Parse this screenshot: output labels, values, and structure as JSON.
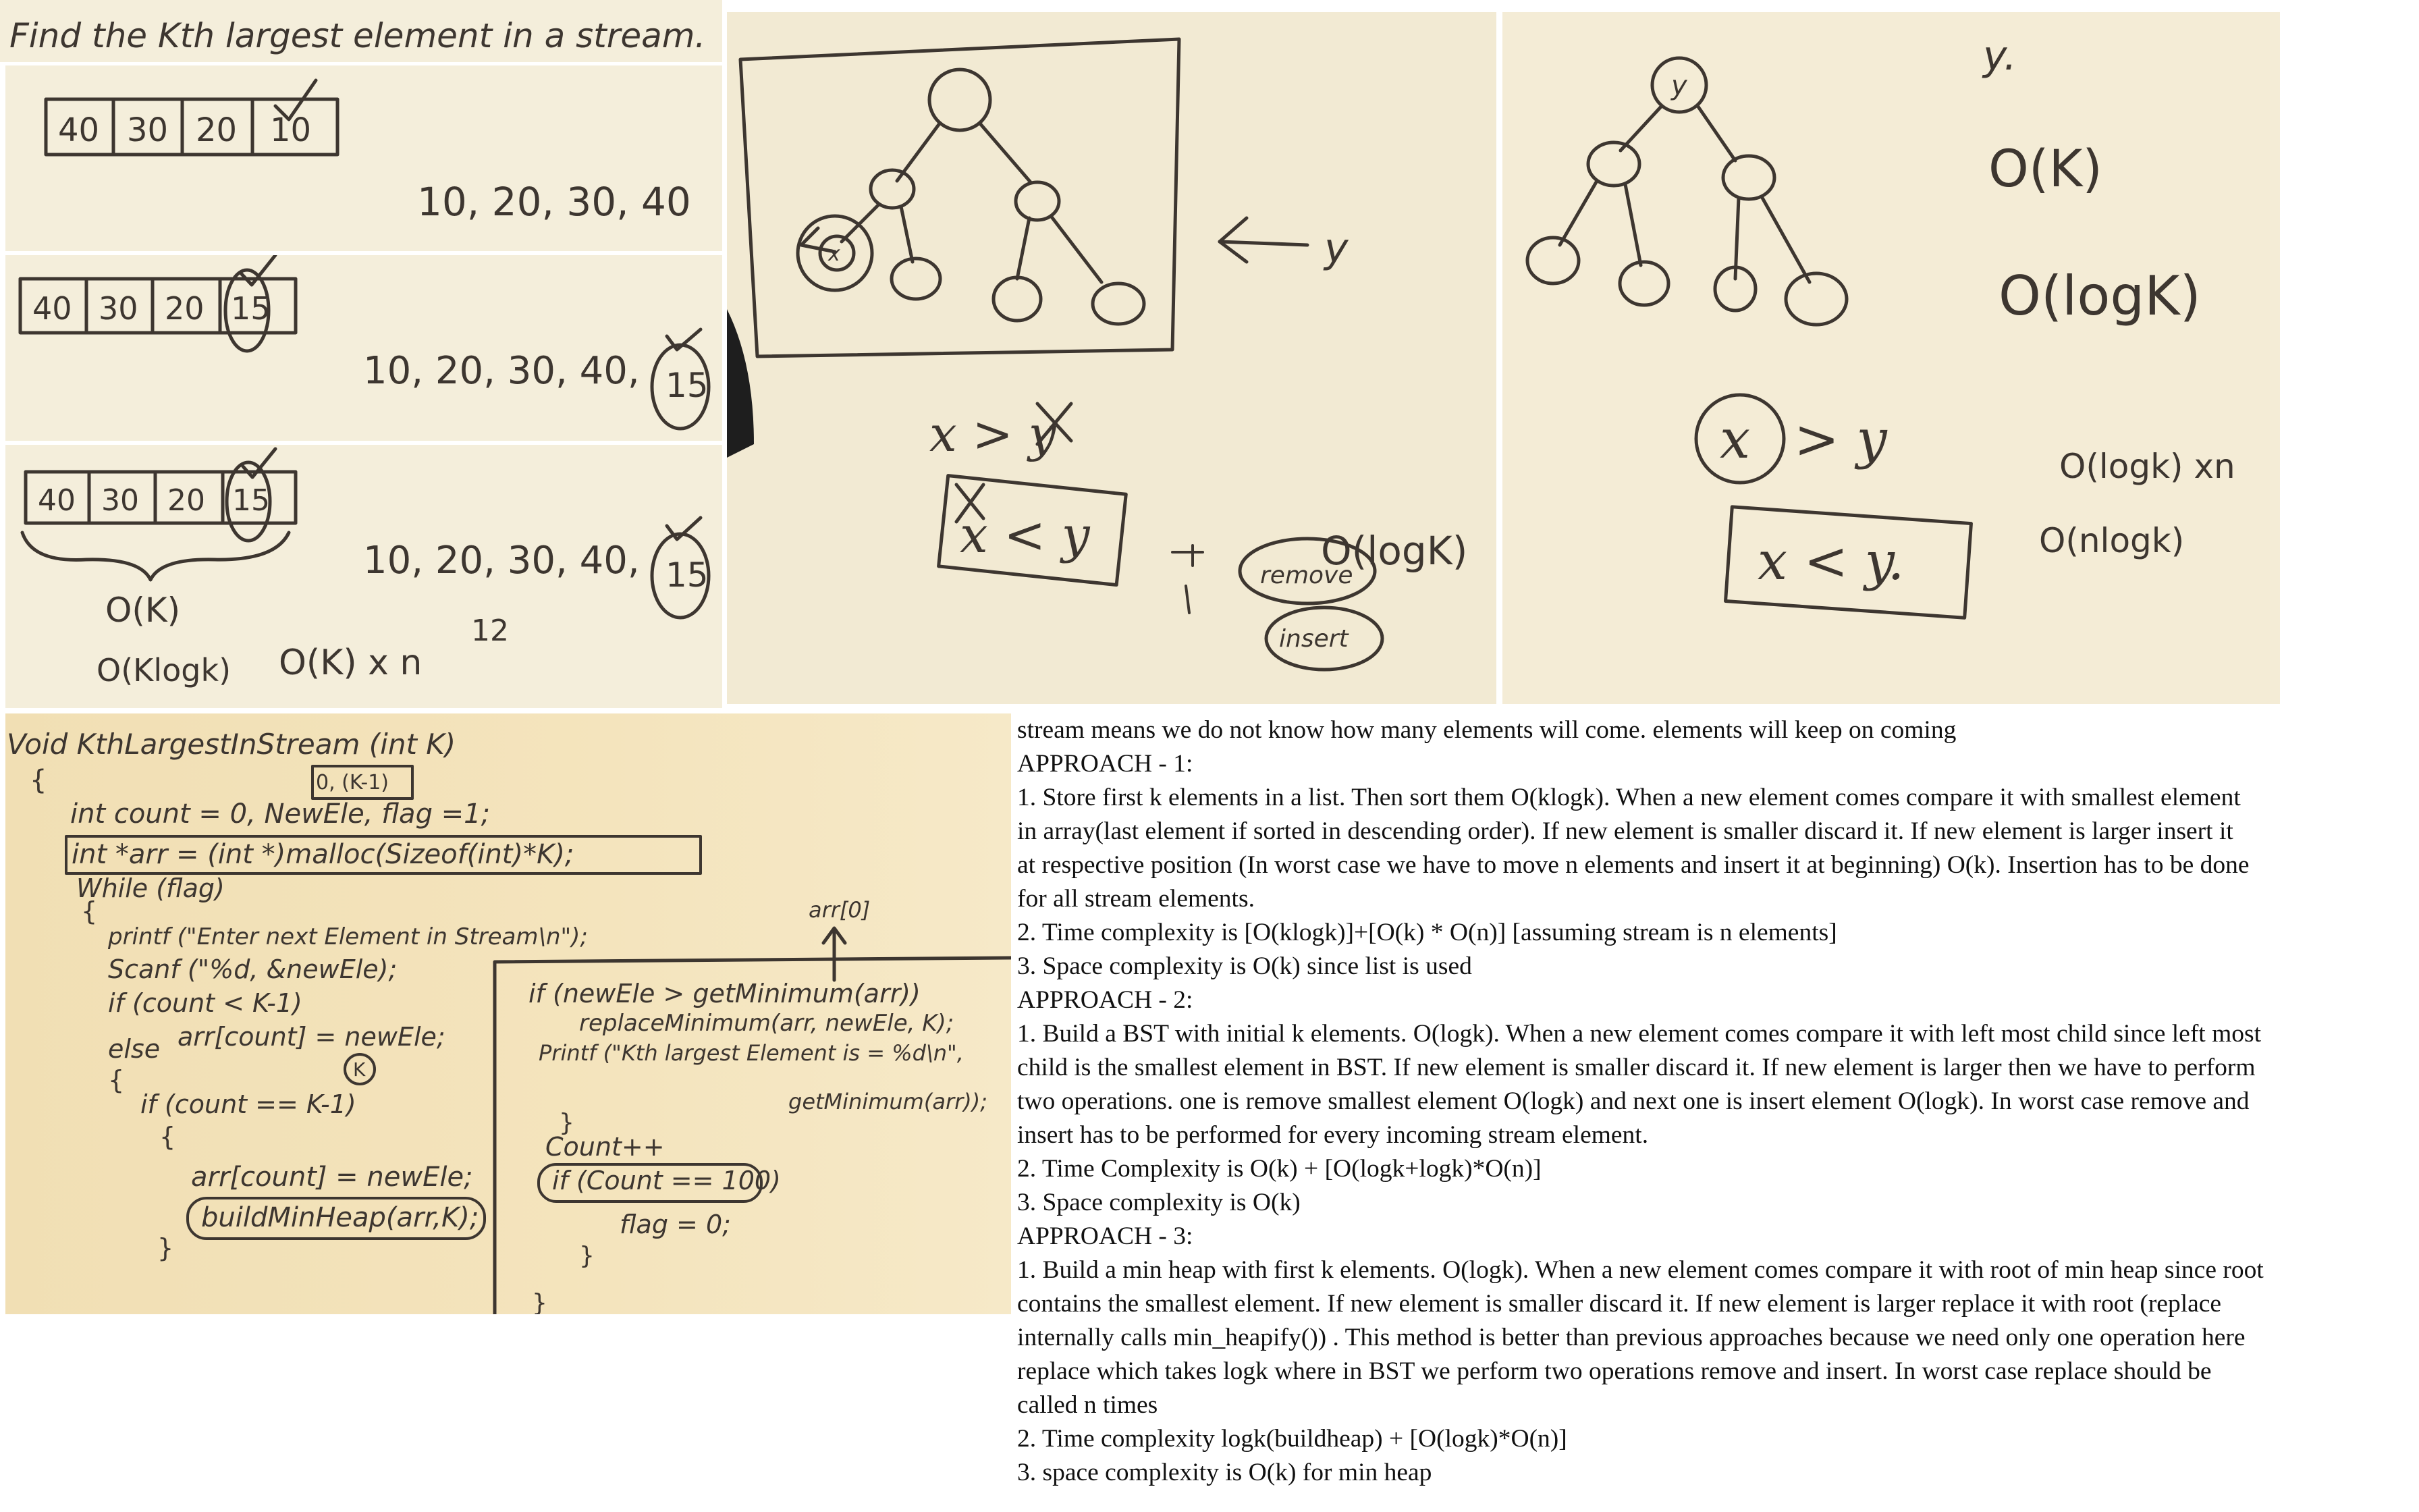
{
  "title_panel": {
    "title": "Find the Kth largest element in a stream."
  },
  "array_panel_1": {
    "cells": [
      "40",
      "30",
      "20",
      "10"
    ],
    "stream": "10, 20, 30, 40"
  },
  "array_panel_2": {
    "cells": [
      "40",
      "30",
      "20",
      "15"
    ],
    "stream": "10, 20, 30, 40,",
    "stream_circled": "15"
  },
  "array_panel_3": {
    "cells": [
      "40",
      "30",
      "20",
      "15"
    ],
    "stream": "10, 20, 30, 40,",
    "stream_circled": "15",
    "extra": "12",
    "cost_1": "O(K)",
    "cost_2": "O(Klogk)",
    "cost_3": "O(K) x n"
  },
  "bst_panel": {
    "leaf_label": "x",
    "arrow_label": "y",
    "compare_1": "x > y",
    "compare_2": "x < y",
    "remove": "remove",
    "insert": "insert",
    "complexity": "O(logK)"
  },
  "heap_panel": {
    "root_label": "y",
    "y_label": "y.",
    "c1": "O(K)",
    "c2": "O(logK)",
    "compare_x": "x",
    "compare_rest": "> y",
    "compare_2": "x < y.",
    "c3": "O(logk) xn",
    "c4": "O(nlogk)"
  },
  "code_panel": {
    "lines": [
      "Void KthLargestInStream (int K)",
      "{",
      "int count = 0, NewEle, flag =1;",
      "int *arr = (int *)malloc(Sizeof(int)*K);",
      "While (flag)",
      "{",
      "printf (\"Enter next Element in Stream\\n\");",
      "Scanf (\"%d, &newEle);",
      "if (count < K-1)",
      "arr[count] = newEle;",
      "else",
      "{",
      "if (count == K-1)",
      "{",
      "arr[count] = newEle;",
      "buildMinHeap(arr,K);",
      "}"
    ],
    "annotation_1": "0, (K-1)",
    "annotation_2": "K",
    "annotation_3": "arr[0]",
    "right_lines": [
      "if (newEle > getMinimum(arr))",
      "replaceMinimum(arr, newEle, K);",
      "Printf (\"Kth largest Element is = %d\\n\",",
      "getMinimum(arr));",
      "}",
      "Count++",
      "if (Count == 100)",
      "flag = 0;",
      "}",
      "}"
    ]
  },
  "notes": {
    "lines": [
      "stream means we do not know how many elements will come. elements will keep on coming",
      "APPROACH - 1:",
      "1. Store first k elements in a list. Then sort them O(klogk). When a new element comes compare it with smallest element",
      "in array(last element if sorted in descending order). If new element is smaller discard it. If new element is larger insert it",
      "at respective position (In worst case we have to move n elements and insert it at beginning) O(k). Insertion has to be done",
      "for all stream elements.",
      "2. Time complexity is [O(klogk)]+[O(k) * O(n)] [assuming stream is n elements]",
      "3. Space complexity is O(k) since list is used",
      "APPROACH - 2:",
      "1. Build a BST with initial k elements. O(logk). When a new element comes compare it with left most child since left most",
      "child is the smallest element in BST. If new element is smaller discard it. If new element is larger then we have to perform",
      "two operations. one is remove smallest element O(logk) and next one is insert element O(logk). In worst case remove and",
      "insert has to be performed for every incoming stream element.",
      "2. Time Complexity is O(k) + [O(logk+logk)*O(n)]",
      "3. Space complexity is O(k)",
      "APPROACH - 3:",
      "1. Build a min heap with first k elements. O(logk). When a new element comes compare it with root of min heap since root",
      "contains the smallest element. If new element is smaller discard it. If new element is larger replace it with root (replace",
      "internally calls min_heapify()) . This method is better than previous approaches because we need only one operation here",
      "replace which takes logk where in BST we perform two operations remove and insert. In worst case replace should be",
      "called n times",
      "2. Time complexity logk(buildheap) + [O(logk)*O(n)]",
      "3. space complexity is O(k) for min heap"
    ]
  }
}
